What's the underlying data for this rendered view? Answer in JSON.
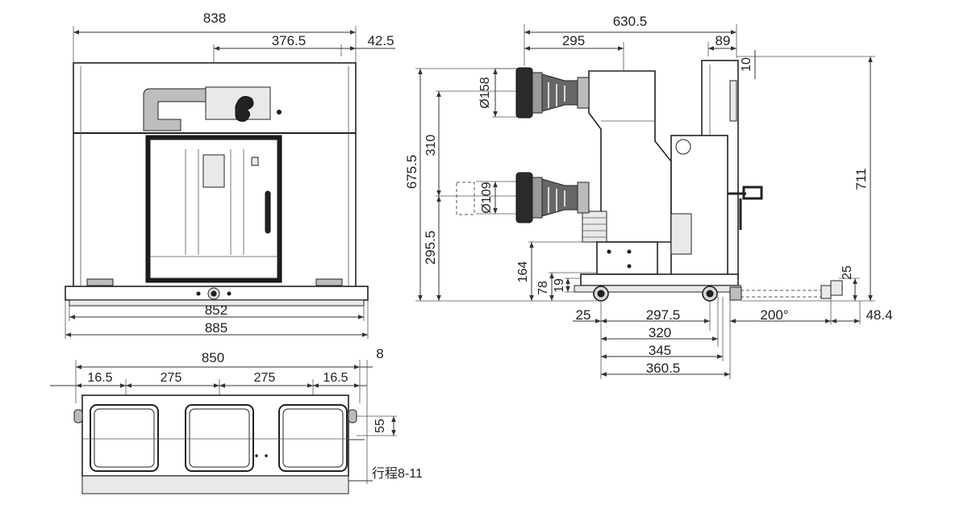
{
  "front_view": {
    "dims": {
      "overall_width": "838",
      "offset_width": "376.5",
      "right_margin": "42.5",
      "base_width": "852",
      "total_width": "885"
    }
  },
  "side_view": {
    "dims": {
      "depth": "630.5",
      "front_depth": "295",
      "rear_depth": "89",
      "top_step": "10",
      "upper_bushing_dia": "Ø158",
      "lower_bushing_dia": "Ø109",
      "bushing_pitch": "310",
      "overall_height_left": "675.5",
      "lower_bushing_height": "295.5",
      "frame_height": "164",
      "wheel_axis_height": "78",
      "base_height": "19",
      "overall_height_right": "711",
      "rail_height": "25",
      "wheel_offset": "25",
      "wheel_spacing": "297.5",
      "travel": "200°",
      "rail_offset": "48.4",
      "rail_span_1": "320",
      "rail_span_2": "345",
      "rail_span_3": "360.5"
    }
  },
  "top_view": {
    "dims": {
      "total_width": "850",
      "right_end": "8",
      "left_margin": "16.5",
      "pitch_1": "275",
      "pitch_2": "275",
      "right_margin": "16.5",
      "side_offset": "55",
      "stroke_note": "行程8-11"
    }
  }
}
